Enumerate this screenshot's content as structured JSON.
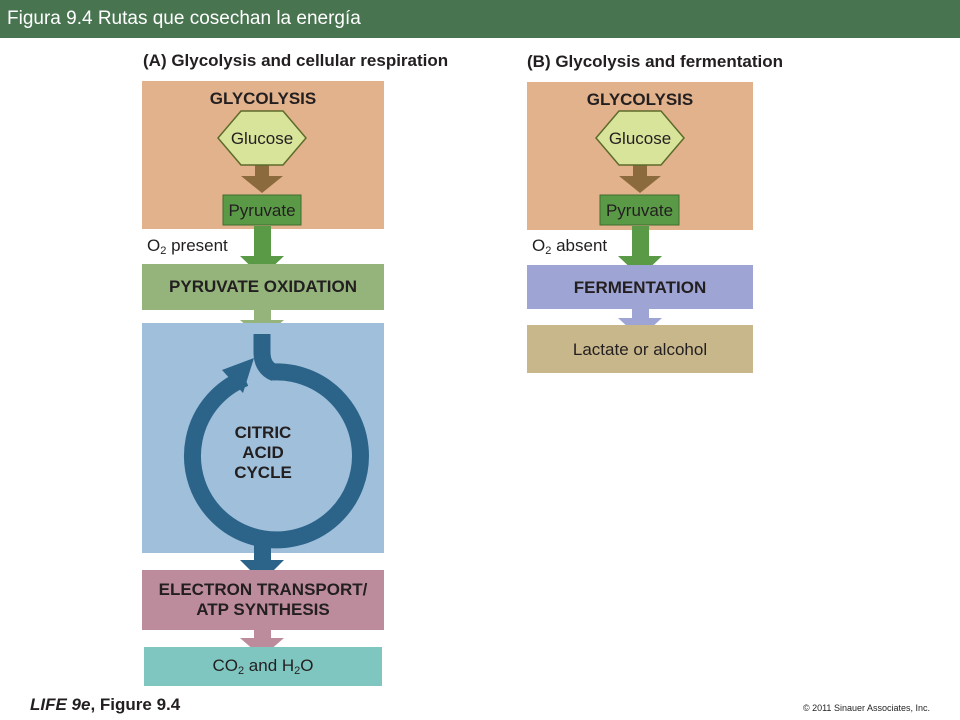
{
  "header": {
    "title": "Figura 9.4 Rutas que cosechan la energía"
  },
  "panel_a": {
    "title": "(A)  Glycolysis and cellular respiration",
    "glycolysis": "GLYCOLYSIS",
    "glucose": "Glucose",
    "pyruvate": "Pyruvate",
    "o2_prefix": "O",
    "o2_sub": "2",
    "o2_suffix": " present",
    "pyruvate_oxidation": "PYRUVATE OXIDATION",
    "citric_line1": "CITRIC",
    "citric_line2": "ACID",
    "citric_line3": "CYCLE",
    "electron_line1": "ELECTRON TRANSPORT/",
    "electron_line2": "ATP SYNTHESIS",
    "products_co": "CO",
    "products_co_sub": "2",
    "products_and": " and H",
    "products_h_sub": "2",
    "products_o": "O"
  },
  "panel_b": {
    "title": "(B)  Glycolysis and fermentation",
    "glycolysis": "GLYCOLYSIS",
    "glucose": "Glucose",
    "pyruvate": "Pyruvate",
    "o2_prefix": "O",
    "o2_sub": "2",
    "o2_suffix": " absent",
    "fermentation": "FERMENTATION",
    "lactate": "Lactate or alcohol"
  },
  "footer": {
    "book_italic": "LIFE 9e",
    "book_rest": ", Figure 9.4",
    "copyright": "© 2011 Sinauer Associates, Inc."
  },
  "colors": {
    "title_bar": "#487450",
    "glycolysis_box": "#e2b28c",
    "glucose_hex": "#d8e49a",
    "pyruvate_box": "#5a9a46",
    "oxidation_box": "#94b47c",
    "citric_box": "#9fbfda",
    "cycle_arrow": "#2c6389",
    "electron_box": "#bd8c9c",
    "products_box": "#7fc6c0",
    "fermentation_box": "#9ea4d4",
    "lactate_box": "#c9b78c",
    "brown_arrow": "#8b6a3e",
    "green_arrow": "#5a9a46",
    "light_green_arrow": "#94b47c",
    "purple_arrow": "#9ea4d4",
    "pink_arrow": "#bd8c9c"
  }
}
